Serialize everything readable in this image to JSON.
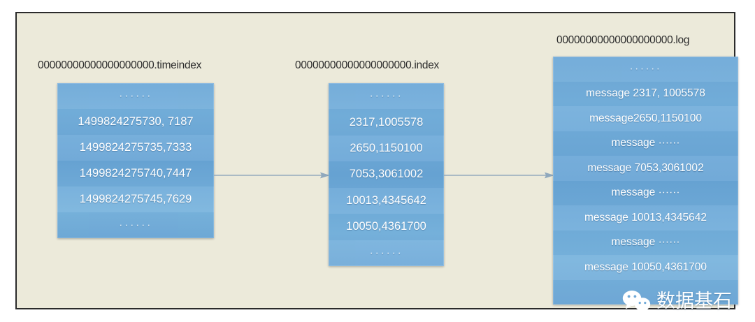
{
  "diagram": {
    "title": "Kafka segment index lookup",
    "background_color": "#eceada",
    "box_color": "#6fa9d8",
    "arrow_color": "#8fa8bd",
    "frame_border_color": "#2b2b2b",
    "ellipsis": "······",
    "columns": [
      {
        "id": "timeindex",
        "label": "00000000000000000000.timeindex",
        "rows": [
          "······",
          "1499824275730, 7187",
          "1499824275735,7333",
          "1499824275740,7447",
          "1499824275745,7629",
          "······"
        ]
      },
      {
        "id": "index",
        "label": "00000000000000000000.index",
        "rows": [
          "······",
          "2317,1005578",
          "2650,1150100",
          "7053,3061002",
          "10013,4345642",
          "10050,4361700",
          "······"
        ]
      },
      {
        "id": "log",
        "label": "00000000000000000000.log",
        "rows": [
          "······",
          "message 2317, 1005578",
          "message2650,1150100",
          "message ······",
          "message 7053,3061002",
          "message ······",
          "message 10013,4345642",
          "message ······",
          "message 10050,4361700",
          ""
        ]
      }
    ],
    "arrows": [
      {
        "id": "arrow-timeindex-to-index",
        "from": "timeindex",
        "to": "index"
      },
      {
        "id": "arrow-index-to-log",
        "from": "index",
        "to": "log"
      }
    ]
  },
  "watermark": {
    "icon": "wechat-icon",
    "text": "数据基石"
  }
}
